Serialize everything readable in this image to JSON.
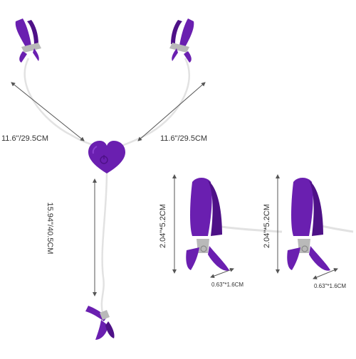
{
  "labels": {
    "left_cord": "11.6\"/29.5CM",
    "right_cord": "11.6\"/29.5CM",
    "long_cord": "15.94\"/40.5CM",
    "clamp_height_1": "2.04\"*5.2CM",
    "clamp_width_1": "0.63\"*1.6CM",
    "clamp_height_2": "2.04\"*5.2CM",
    "clamp_width_2": "0.63\"*1.6CM"
  },
  "colors": {
    "purple": "#6a1fb0",
    "purple_dark": "#4e1187",
    "purple_light": "#8b3fd0",
    "cord": "#e2e2e2",
    "metal": "#b9b9b9",
    "arrow": "#555555",
    "text": "#333333"
  },
  "icons": [
    "clamp-icon",
    "heart-remote-icon",
    "power-button-icon",
    "dimension-arrow-icon"
  ]
}
